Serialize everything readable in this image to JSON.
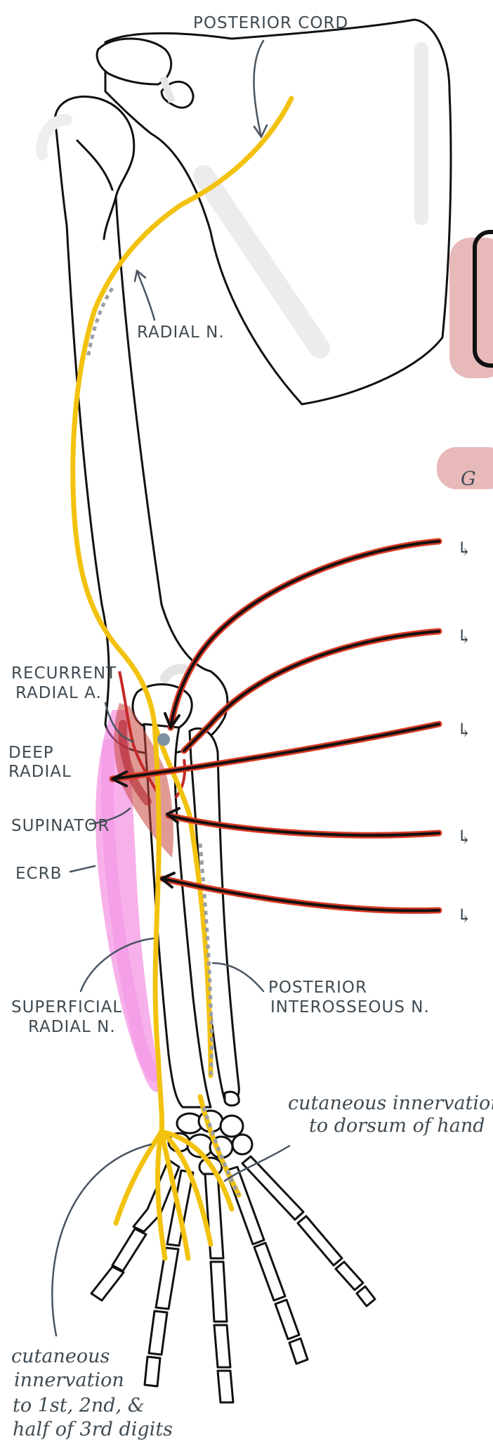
{
  "labels": {
    "posterior_cord": "POSTERIOR CORD",
    "radial_n": "RADIAL N.",
    "recurrent_radial_a": [
      "RECURRENT",
      "RADIAL A."
    ],
    "deep_radial": [
      "DEEP",
      "RADIAL"
    ],
    "supinator": "SUPINATOR",
    "ecrb": "ECRB",
    "superficial_radial_n": [
      "SUPERFICIAL",
      "RADIAL N."
    ],
    "posterior_interosseous_n": [
      "POSTERIOR",
      "INTEROSSEOUS N."
    ],
    "cutaneous_dorsum": [
      "cutaneous innervation",
      "to dorsum of hand"
    ],
    "cutaneous_digits": [
      "cutaneous",
      "innervation",
      "to 1st, 2nd, &",
      "half of 3rd digits"
    ]
  },
  "list_bullets": [
    "↳",
    "↳",
    "↳",
    "↳",
    "↳"
  ],
  "partial_heading_char": "G",
  "colors": {
    "nerve": "#f2c20f",
    "bone_outline": "#111111",
    "muscle_pink": "#f06fd8",
    "supinator_red": "#c9463c",
    "arrow_red": "#d93a25",
    "label_gray": "#3f4a52",
    "highlight_pink": "#e8b9b9",
    "vessel_dot": "#7f92a3"
  }
}
